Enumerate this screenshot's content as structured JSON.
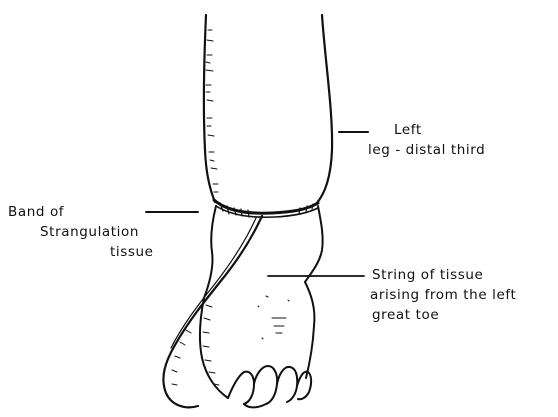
{
  "labels": {
    "leg": {
      "line1": "Left",
      "line2": "leg - distal third"
    },
    "band": {
      "line1": "Band of",
      "line2": "Strangulation",
      "line3": "tissue"
    },
    "string": {
      "line1": "String of tissue",
      "line2": "arising from the left",
      "line3": "great toe"
    }
  },
  "colors": {
    "ink": "#111111",
    "background": "#ffffff"
  }
}
